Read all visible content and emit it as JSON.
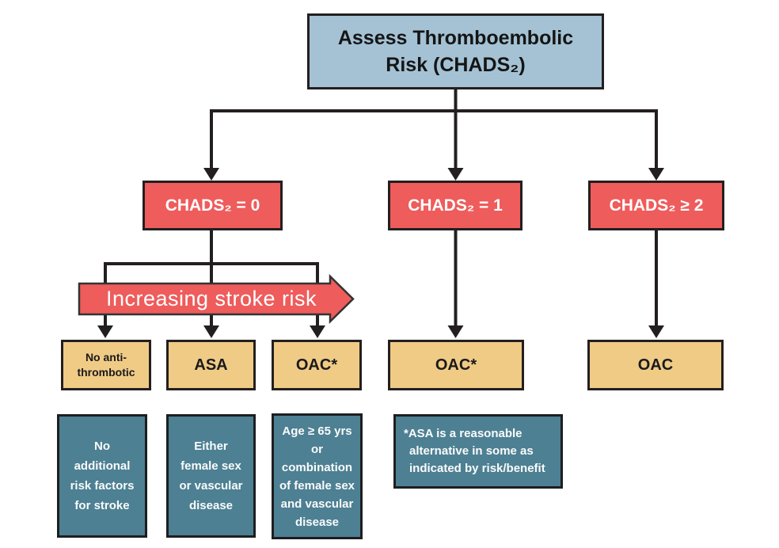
{
  "colors": {
    "node_blue": "#a4c2d4",
    "node_red": "#ee5c5c",
    "node_tan": "#f0cb86",
    "node_teal": "#4d8093",
    "connector_black": "#231f20",
    "background": "#ffffff"
  },
  "flow": {
    "top_box": {
      "lines": [
        "Assess Thromboembolic",
        "Risk (CHADS₂)"
      ]
    },
    "branches": {
      "chads0": {
        "label": "CHADS₂ = 0"
      },
      "chads1": {
        "label": "CHADS₂ = 1"
      },
      "chads2plus": {
        "label": "CHADS₂ ≥ 2"
      }
    },
    "stroke_arrow": {
      "label": "Increasing stroke risk"
    },
    "treatments": {
      "no_antithrombotic": {
        "lines": [
          "No anti-",
          "thrombotic"
        ]
      },
      "asa": {
        "label": "ASA"
      },
      "oac_star_chads0": {
        "label": "OAC*"
      },
      "oac_star_chads1": {
        "label": "OAC*"
      },
      "oac_chads2plus": {
        "label": "OAC"
      }
    },
    "criteria": {
      "no_additional_risk": {
        "lines": [
          "No",
          "additional",
          "risk factors",
          "for stroke"
        ]
      },
      "female_or_vascular": {
        "lines": [
          "Either",
          "female sex",
          "or vascular",
          "disease"
        ]
      },
      "age_65_or_combination": {
        "lines": [
          "Age ≥ 65 yrs",
          "or",
          "combination",
          "of female sex",
          "and vascular",
          "disease"
        ]
      },
      "asa_note": {
        "lines": [
          "*ASA is a reasonable",
          "alternative in some as",
          "indicated by risk/benefit"
        ]
      }
    }
  }
}
